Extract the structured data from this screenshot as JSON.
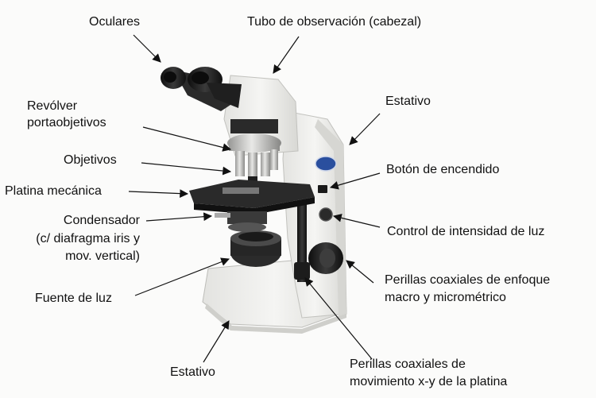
{
  "labels": {
    "oculares": "Oculares",
    "tubo": "Tubo de observación (cabezal)",
    "revolver_1": "Revólver",
    "revolver_2": "portaobjetivos",
    "estativo_top": "Estativo",
    "objetivos": "Objetivos",
    "boton": "Botón de encendido",
    "platina": "Platina mecánica",
    "condensador_1": "Condensador",
    "condensador_2": "(c/ diafragma iris y",
    "condensador_3": "mov. vertical)",
    "control": "Control de intensidad de luz",
    "perillas_enfoque_1": "Perillas coaxiales de enfoque",
    "perillas_enfoque_2": "macro y micrométrico",
    "fuente": "Fuente de luz",
    "estativo_bottom": "Estativo",
    "perillas_xy_1": "Perillas coaxiales de",
    "perillas_xy_2": "movimiento x-y de la platina"
  },
  "colors": {
    "body_white": "#eeeeec",
    "body_shadow": "#c9c9c6",
    "dark_parts": "#1e1e1e",
    "arrow": "#111111",
    "badge": "#2a4f9e"
  }
}
